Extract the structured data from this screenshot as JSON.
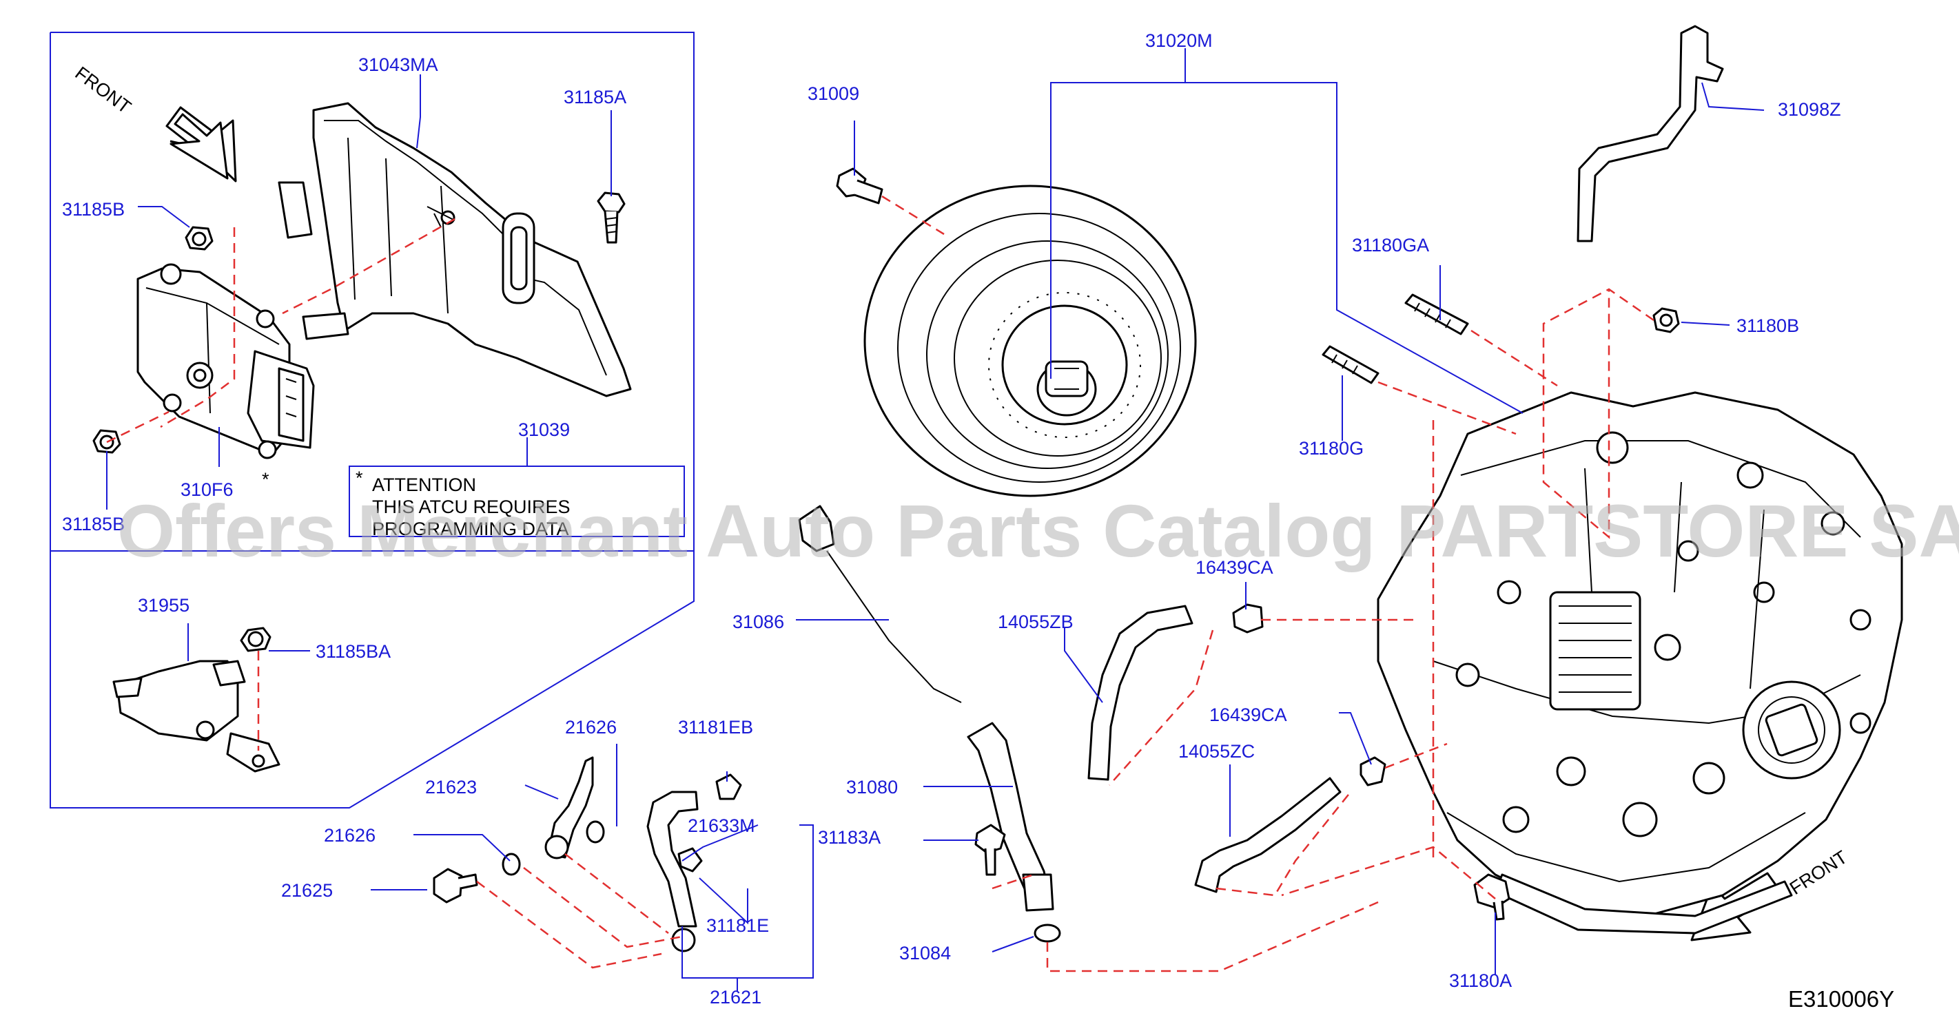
{
  "front_label_top": "FRONT",
  "front_label_bottom": "FRONT",
  "attention": {
    "star": "*",
    "line1": "ATTENTION",
    "line2": "THIS  ATCU  REQUIRES",
    "line3": "PROGRAMMING  DATA"
  },
  "star_marker": "*",
  "watermark": "Offers Merchant Auto Parts Catalog PARTSTORE SA",
  "diagram_code": "E310006Y",
  "parts": {
    "p31043MA": "31043MA",
    "p31185A": "31185A",
    "p31185B_top": "31185B",
    "p31185B_bottom": "31185B",
    "p310F6": "310F6",
    "p31039": "31039",
    "p31955": "31955",
    "p31185BA": "31185BA",
    "p31009": "31009",
    "p31020M": "31020M",
    "p31098Z": "31098Z",
    "p31180GA": "31180GA",
    "p31180B": "31180B",
    "p31180G": "31180G",
    "p16439CA_top": "16439CA",
    "p14055ZB": "14055ZB",
    "p31086": "31086",
    "p16439CA_bottom": "16439CA",
    "p14055ZC": "14055ZC",
    "p21626_top": "21626",
    "p31181EB": "31181EB",
    "p21623": "21623",
    "p31080": "31080",
    "p21633M": "21633M",
    "p31183A": "31183A",
    "p21626_left": "21626",
    "p21625": "21625",
    "p31181E": "31181E",
    "p31084": "31084",
    "p21621": "21621",
    "p31180A": "31180A"
  }
}
